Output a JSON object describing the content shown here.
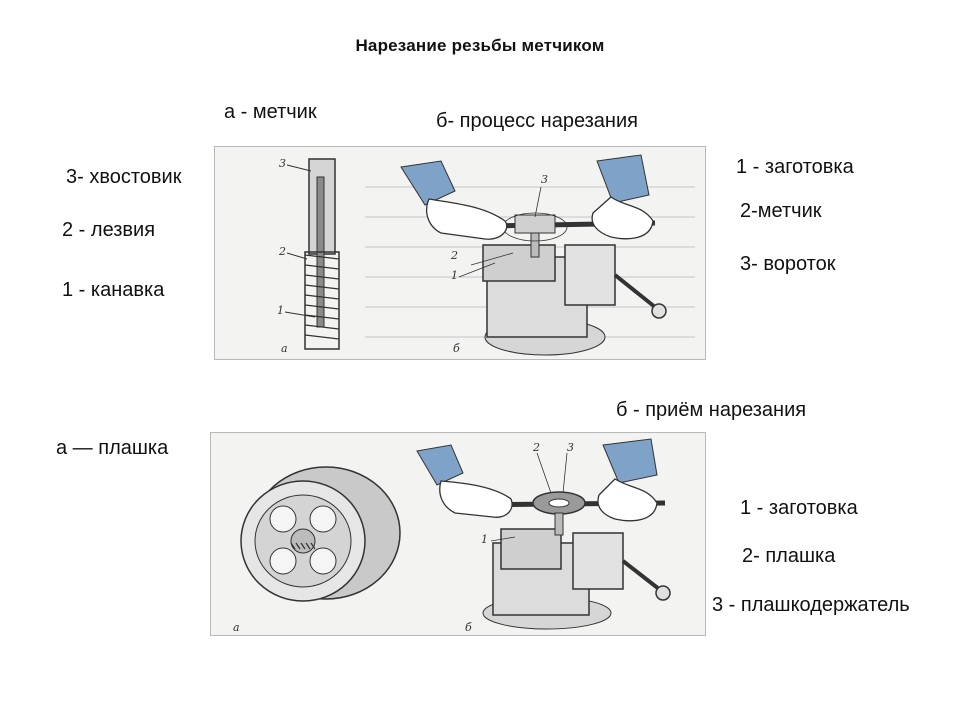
{
  "title": "Нарезание резьбы метчиком",
  "top": {
    "label_a": "а - метчик",
    "label_b": "б- процесс нарезания",
    "left_legend": [
      "3- хвостовик",
      "2 - лезвия",
      "1 - канавка"
    ],
    "right_legend": [
      "1 - заготовка",
      "2-метчик",
      "3- вороток"
    ],
    "tap_marks": [
      "3",
      "2",
      "1"
    ],
    "process_marks": [
      "3",
      "2",
      "1"
    ],
    "sub_a": "а",
    "sub_b": "б"
  },
  "bottom": {
    "label_a": "а — плашка",
    "label_b": "б - приём нарезания",
    "right_legend": [
      "1 - заготовка",
      "2- плашка",
      "3 - плашкодержатель"
    ],
    "process_marks": [
      "2",
      "3",
      "1"
    ],
    "sub_a": "а",
    "sub_b": "б"
  },
  "colors": {
    "sleeve": "#7fa3c8",
    "metal": "#cfcfcf",
    "metal_dark": "#555555"
  }
}
